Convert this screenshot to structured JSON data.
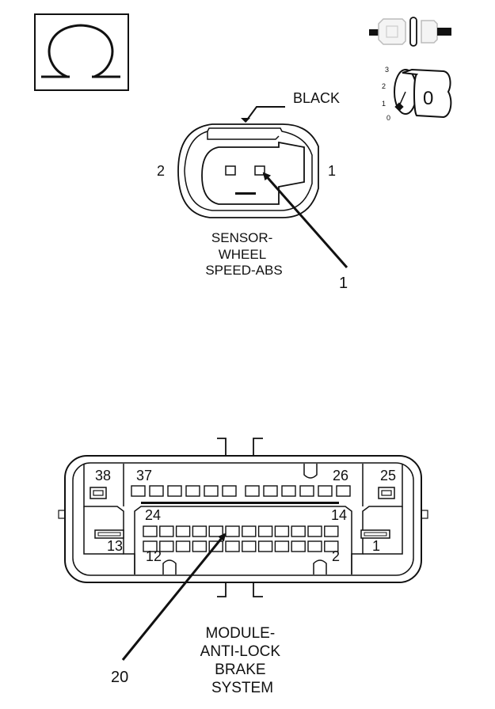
{
  "sensor_connector": {
    "color_label": "BLACK",
    "pin_left": "2",
    "pin_right": "1",
    "name_lines": [
      "SENSOR-",
      "WHEEL",
      "SPEED-ABS"
    ],
    "callout": "1"
  },
  "ignition_switch": {
    "positions": [
      "3",
      "2",
      "1",
      "0"
    ],
    "key_label": "0"
  },
  "module_connector": {
    "pin_labels": {
      "p38": "38",
      "p37": "37",
      "p26": "26",
      "p25": "25",
      "p24": "24",
      "p14": "14",
      "p13": "13",
      "p1": "1",
      "p12": "12",
      "p2": "2"
    },
    "name_lines": [
      "MODULE-",
      "ANTI-LOCK",
      "BRAKE",
      "SYSTEM"
    ],
    "callout": "20"
  }
}
